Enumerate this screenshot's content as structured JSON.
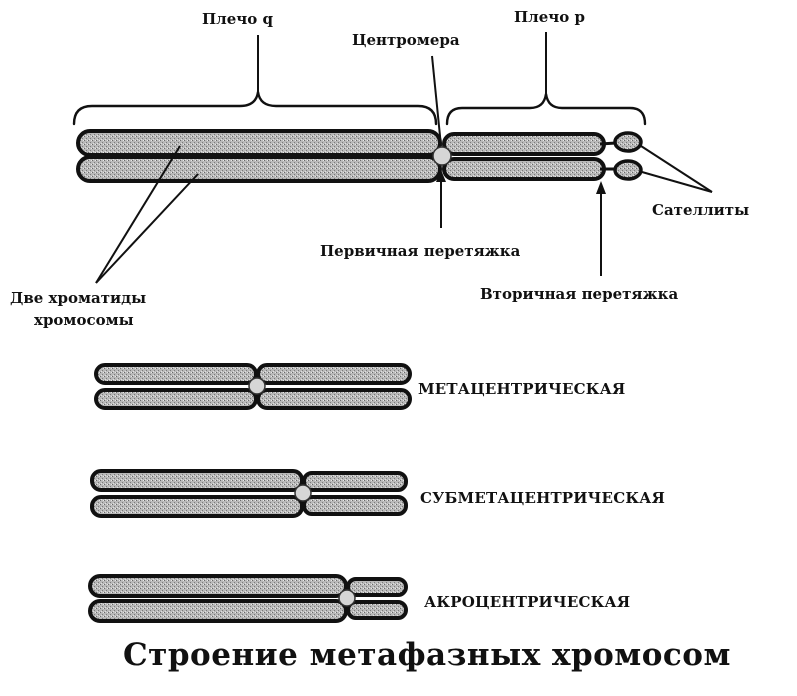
{
  "labels": {
    "arm_q": "Плечо q",
    "centromere": "Центромера",
    "arm_p": "Плечо р",
    "satellites": "Сателлиты",
    "primary_constriction": "Первичная перетяжка",
    "secondary_constriction": "Вторичная перетяжка",
    "chromatids_line1": "Две хроматиды",
    "chromatids_line2": "хромосомы"
  },
  "types": {
    "metacentric": "МЕТАЦЕНТРИЧЕСКАЯ",
    "submetacentric": "СУБМЕТАЦЕНТРИЧЕСКАЯ",
    "acrocentric": "АКРОЦЕНТРИЧЕСКАЯ"
  },
  "title": "Строение метафазных хромосом"
}
